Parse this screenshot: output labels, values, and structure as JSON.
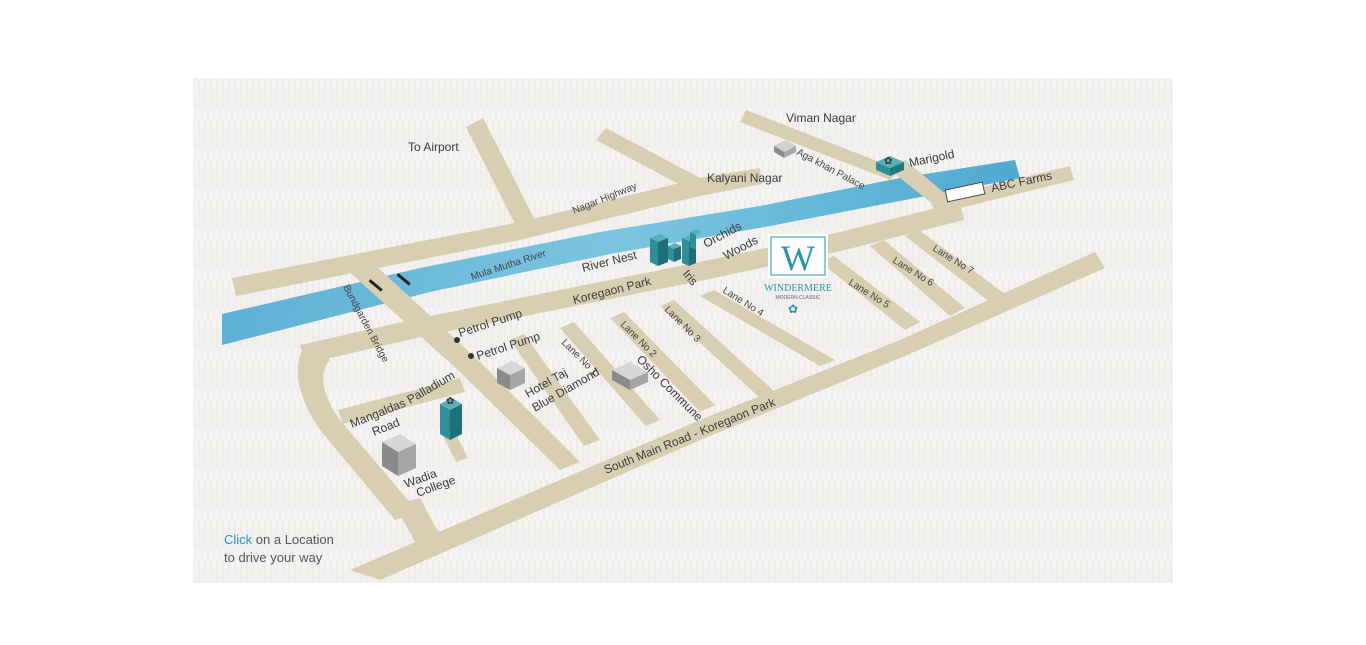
{
  "map": {
    "labels": {
      "to_airport": "To Airport",
      "viman_nagar": "Viman Nagar",
      "kalyani_nagar": "Kalyani Nagar",
      "aga_khan_palace": "Aga khan Palace",
      "marigold": "Marigold",
      "abc_farms": "ABC Farms",
      "nagar_highway": "Nagar Highway",
      "mula_mutha_river": "Mula Mutha River",
      "river_nest": "River Nest",
      "iris": "Iris",
      "orchids": "Orchids",
      "woods": "Woods",
      "koregaon_park": "Koregaon Park",
      "bundgarden_bridge": "Bundgarden Bridge",
      "petrol_pump_1": "Petrol Pump",
      "petrol_pump_2": "Petrol Pump",
      "lane_1": "Lane No 1",
      "lane_2": "Lane No 2",
      "lane_3": "Lane No 3",
      "lane_4": "Lane No 4",
      "lane_5": "Lane No 5",
      "lane_6": "Lane No 6",
      "lane_7": "Lane No 7",
      "osho_commune": "Osho Commune",
      "hotel_taj_1": "Hotel Taj",
      "hotel_taj_2": "Blue Diamond",
      "palladium": "Palladium",
      "mangaldas_1": "Mangaldas",
      "mangaldas_2": "Road",
      "wadia_1": "Wadia",
      "wadia_2": "College",
      "south_main_road": "South Main Road - Koregaon Park"
    },
    "logo": {
      "monogram": "W",
      "name": "WINDERMERE",
      "tagline": "MODERN CLASSIC"
    },
    "colors": {
      "road": "#d8cfb2",
      "river": "#5fb6d8",
      "building_teal": "#2e8f9a",
      "building_grey": "#b8b8b8",
      "accent": "#2a95b8"
    }
  },
  "hint": {
    "click": "Click",
    "line1_rest": " on a Location",
    "line2": "to drive your way"
  }
}
